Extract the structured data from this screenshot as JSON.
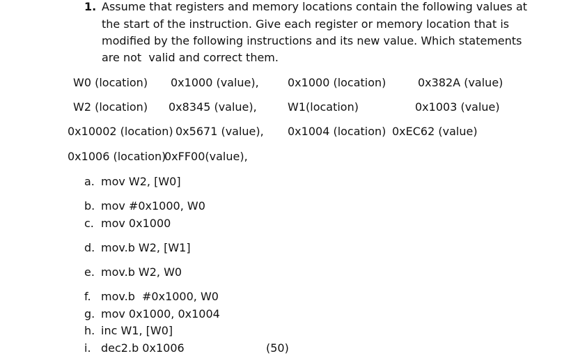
{
  "question": {
    "number": "1.",
    "lines": [
      "Assume that registers and memory locations contain the following values at",
      "the start of the instruction. Give each register or memory location that is",
      "modified by the following instructions and its new value. Which statements",
      "are not  valid and correct them."
    ]
  },
  "values_table": [
    [
      "W0 (location)",
      "0x1000 (value),",
      "0x1000 (location)",
      "0x382A (value)"
    ],
    [
      "W2 (location)",
      "0x8345 (value),",
      "W1(location)",
      "0x1003 (value)"
    ],
    [
      "0x10002 (location)",
      "0x5671 (value),",
      "0x1004 (location)",
      "0xEC62 (value)"
    ],
    [
      "0x1006 (location)",
      "0xFF00(value),"
    ]
  ],
  "instructions": [
    {
      "letter": "a.",
      "text": "mov W2, [W0]"
    },
    {
      "letter": "b.",
      "text": "mov #0x1000, W0"
    },
    {
      "letter": "c.",
      "text": "mov 0x1000"
    },
    {
      "letter": "d.",
      "text": "mov.b W2, [W1]"
    },
    {
      "letter": "e.",
      "text": "mov.b W2, W0"
    },
    {
      "letter": "f.",
      "text": "mov.b  #0x1000, W0"
    },
    {
      "letter": "g.",
      "text": "mov 0x1000, 0x1004"
    },
    {
      "letter": "h.",
      "text": "inc W1, [W0]"
    },
    {
      "letter": "i.",
      "text": "dec2.b 0x1006"
    }
  ],
  "points": "(50)"
}
